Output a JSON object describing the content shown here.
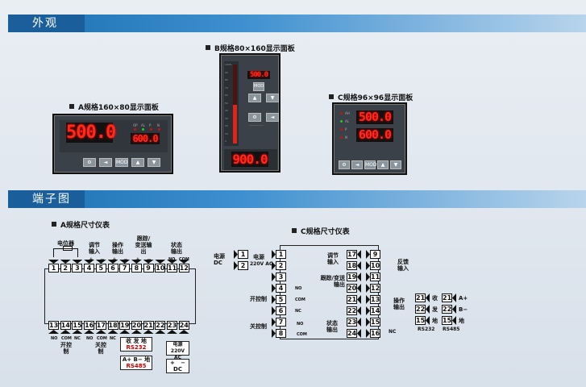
{
  "sections": {
    "appearance": "外观",
    "terminals": "端子图"
  },
  "panels": {
    "a": {
      "caption": "A规格160×80显示面板",
      "pv": "500.0",
      "sv": "600.0",
      "indicators": [
        "OP",
        "AL",
        "P",
        "N"
      ],
      "btns": [
        "⚙",
        "◄",
        "MOD",
        "▲",
        "▼"
      ]
    },
    "b": {
      "caption": "B规格80×160显示面板",
      "pv": "500.0",
      "bottom": "900.0",
      "btns": [
        "▲",
        "▼",
        "⚙",
        "◄"
      ],
      "mod": "MOD",
      "scale": [
        "100%",
        "90",
        "80",
        "70",
        "60",
        "50",
        "40",
        "30",
        "20",
        "10",
        "0"
      ]
    },
    "c": {
      "caption": "C规格96×96显示面板",
      "pv": "500.0",
      "sv": "600.0",
      "indicators": [
        "AH",
        "AL",
        "P",
        "N"
      ],
      "btns": [
        "⚙",
        "◄",
        "MOD",
        "▲",
        "▼"
      ]
    }
  },
  "diagram_a": {
    "caption": "A规格尺寸仪表",
    "top": [
      "1",
      "2",
      "3",
      "4",
      "5",
      "6",
      "7",
      "8",
      "9",
      "10",
      "11",
      "12"
    ],
    "bottom": [
      "13",
      "14",
      "15",
      "16",
      "17",
      "18",
      "19",
      "20",
      "21",
      "22",
      "23",
      "24"
    ],
    "potentiometer": "电位器",
    "reg_in": "调节输入",
    "op_out": "操作输出",
    "track_out": "跟踪/变送输出",
    "status_out": "状态输出",
    "plus": "+",
    "minus": "−",
    "no": "NO",
    "com": "COM",
    "nc": "NC",
    "open_ctrl": "开控制",
    "close_ctrl": "关控制",
    "rs232": {
      "labels": "收 发 地",
      "name": "RS232"
    },
    "rs485": {
      "labels": "A+ B− 地",
      "name": "RS485"
    },
    "power": {
      "label": "电源",
      "ac": "220V AC",
      "dc_plus": "+",
      "dc_minus": "−",
      "dc": "DC"
    }
  },
  "diagram_c": {
    "caption": "C规格尺寸仪表",
    "left": [
      "1",
      "2",
      "3",
      "4",
      "5",
      "6",
      "7",
      "8"
    ],
    "inner": [
      "17",
      "18",
      "19",
      "20",
      "21",
      "22",
      "23",
      "24"
    ],
    "outer": [
      "9",
      "10",
      "11",
      "12",
      "13",
      "14",
      "15",
      "16"
    ],
    "ext": [
      "1",
      "2"
    ],
    "power_dc": "电源 DC",
    "power": "电源",
    "ac": "220V AC",
    "reg_in": "调节输入",
    "track_out": "跟踪/变送输出",
    "status_out": "状态输出",
    "feedback_in": "反馈输入",
    "op_out": "操作输出",
    "open_ctrl": "开控制",
    "close_ctrl": "关控制",
    "no": "NO",
    "com": "COM",
    "nc": "NC",
    "rs232": {
      "terms": [
        "21",
        "22",
        "15"
      ],
      "labels": [
        "收",
        "发",
        "地"
      ],
      "name": "RS232"
    },
    "rs485": {
      "terms": [
        "21",
        "22",
        "15"
      ],
      "labels": [
        "A+",
        "B−",
        "地"
      ],
      "name": "RS485"
    }
  }
}
